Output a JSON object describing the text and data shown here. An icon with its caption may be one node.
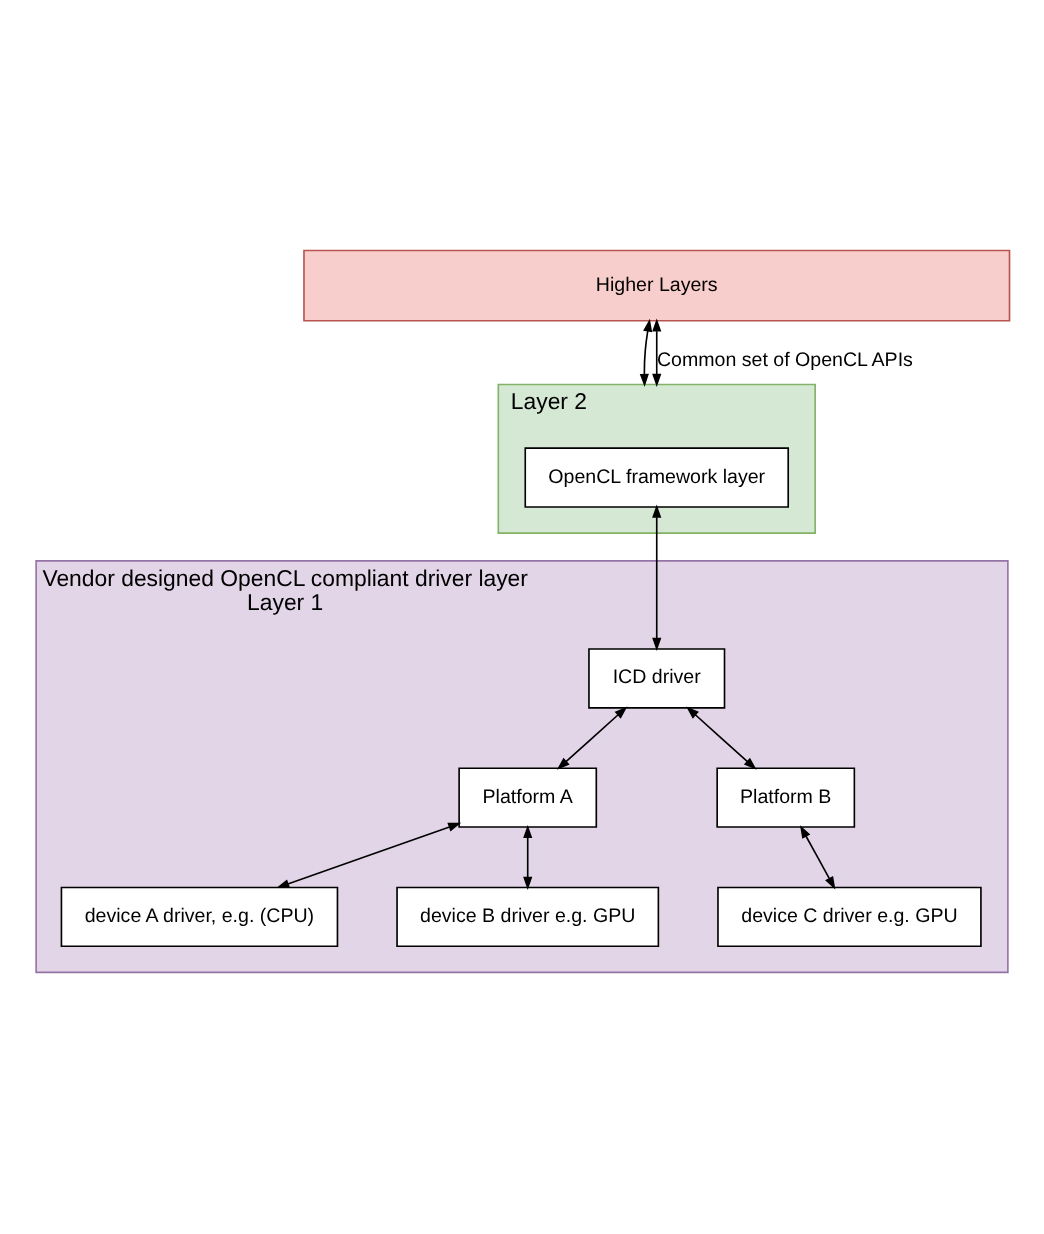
{
  "diagram": {
    "nodes": [
      {
        "text": [
          "Higher Layers"
        ]
      },
      {
        "text": [
          "Layer 2"
        ]
      },
      {
        "text": [
          "OpenCL framework layer"
        ],
        "in": 1
      },
      {
        "text": [
          "Vendor designed OpenCL compliant driver layer",
          "Layer 1"
        ]
      },
      {
        "text": [
          "ICD driver"
        ],
        "in": 3
      },
      {
        "text": [
          "Platform A"
        ],
        "in": 3
      },
      {
        "text": [
          "Platform B"
        ],
        "in": 3
      },
      {
        "text": [
          "device A driver, e.g. (CPU)"
        ],
        "in": 3
      },
      {
        "text": [
          "device B driver e.g. GPU"
        ],
        "in": 3
      },
      {
        "text": [
          "device C driver e.g. GPU"
        ],
        "in": 3
      }
    ],
    "edges": [
      {
        "from": 0,
        "to": 1,
        "arrow": "both"
      },
      {
        "from": 0,
        "to": 1,
        "arrow": "both",
        "label": "Common set of OpenCL APIs"
      },
      {
        "from": 2,
        "to": 4,
        "arrow": "both"
      },
      {
        "from": 4,
        "to": 5,
        "arrow": "both"
      },
      {
        "from": 4,
        "to": 6,
        "arrow": "both"
      },
      {
        "from": 5,
        "to": 7,
        "arrow": "both"
      },
      {
        "from": 5,
        "to": 8,
        "arrow": "both"
      },
      {
        "from": 6,
        "to": 9,
        "arrow": "both"
      }
    ]
  }
}
